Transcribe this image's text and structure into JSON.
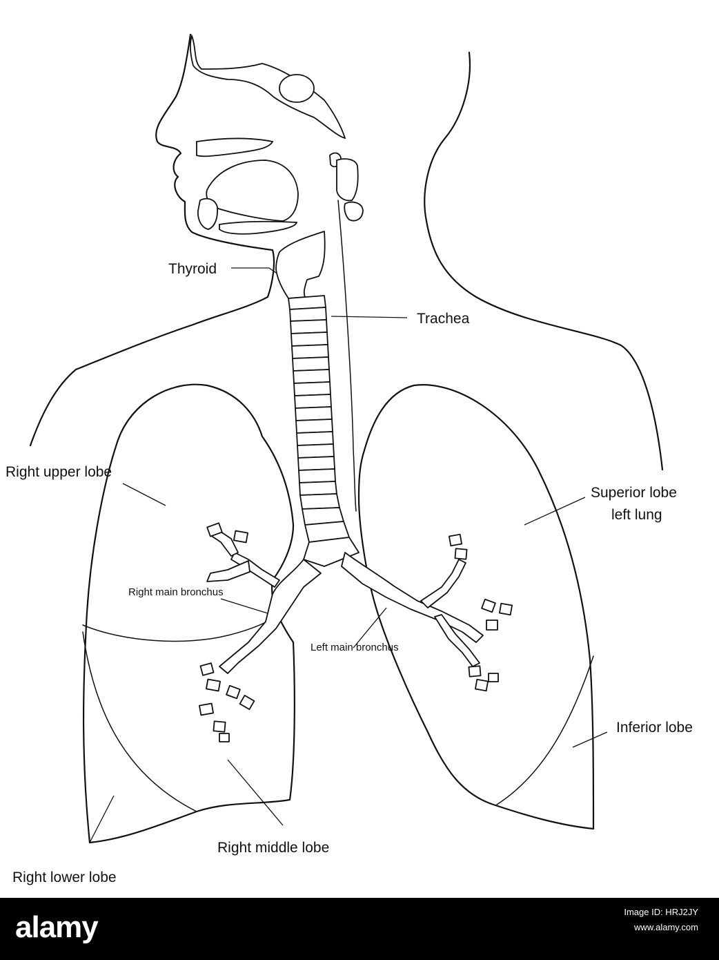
{
  "labels": {
    "thyroid": "Thyroid",
    "trachea": "Trachea",
    "right_upper_lobe": "Right upper lobe",
    "superior_lobe_line1": "Superior lobe",
    "superior_lobe_line2": "left lung",
    "right_main_bronchus": "Right main bronchus",
    "left_main_bronchus": "Left main bronchus",
    "inferior_lobe": "Inferior lobe",
    "right_middle_lobe": "Right middle lobe",
    "right_lower_lobe": "Right lower lobe"
  },
  "watermark": {
    "logo": "alamy",
    "image_id_label": "Image ID: HRJ2JY",
    "site": "www.alamy.com"
  }
}
